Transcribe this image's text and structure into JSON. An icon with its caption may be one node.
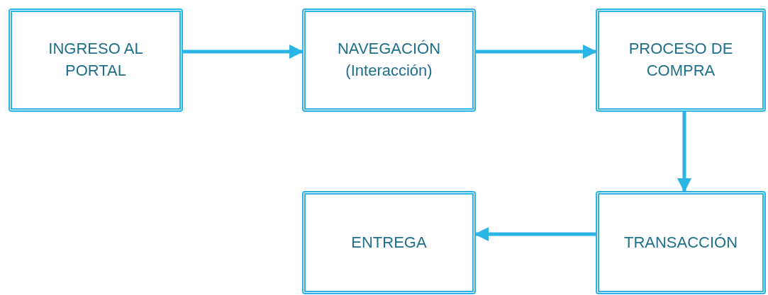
{
  "diagram": {
    "nodes": [
      {
        "text": [
          "INGRESO AL PORTAL"
        ]
      },
      {
        "text": [
          "NAVEGACIÓN (Interacción)"
        ]
      },
      {
        "text": [
          "PROCESO DE COMPRA"
        ]
      },
      {
        "text": [
          "ENTREGA"
        ]
      },
      {
        "text": [
          "TRANSACCIÓN"
        ]
      }
    ],
    "edges": [
      {
        "from": 0,
        "to": 1,
        "arrow": "to"
      },
      {
        "from": 1,
        "to": 2,
        "arrow": "to"
      },
      {
        "from": 2,
        "to": 4,
        "arrow": "to"
      },
      {
        "from": 4,
        "to": 3,
        "arrow": "to"
      }
    ]
  }
}
